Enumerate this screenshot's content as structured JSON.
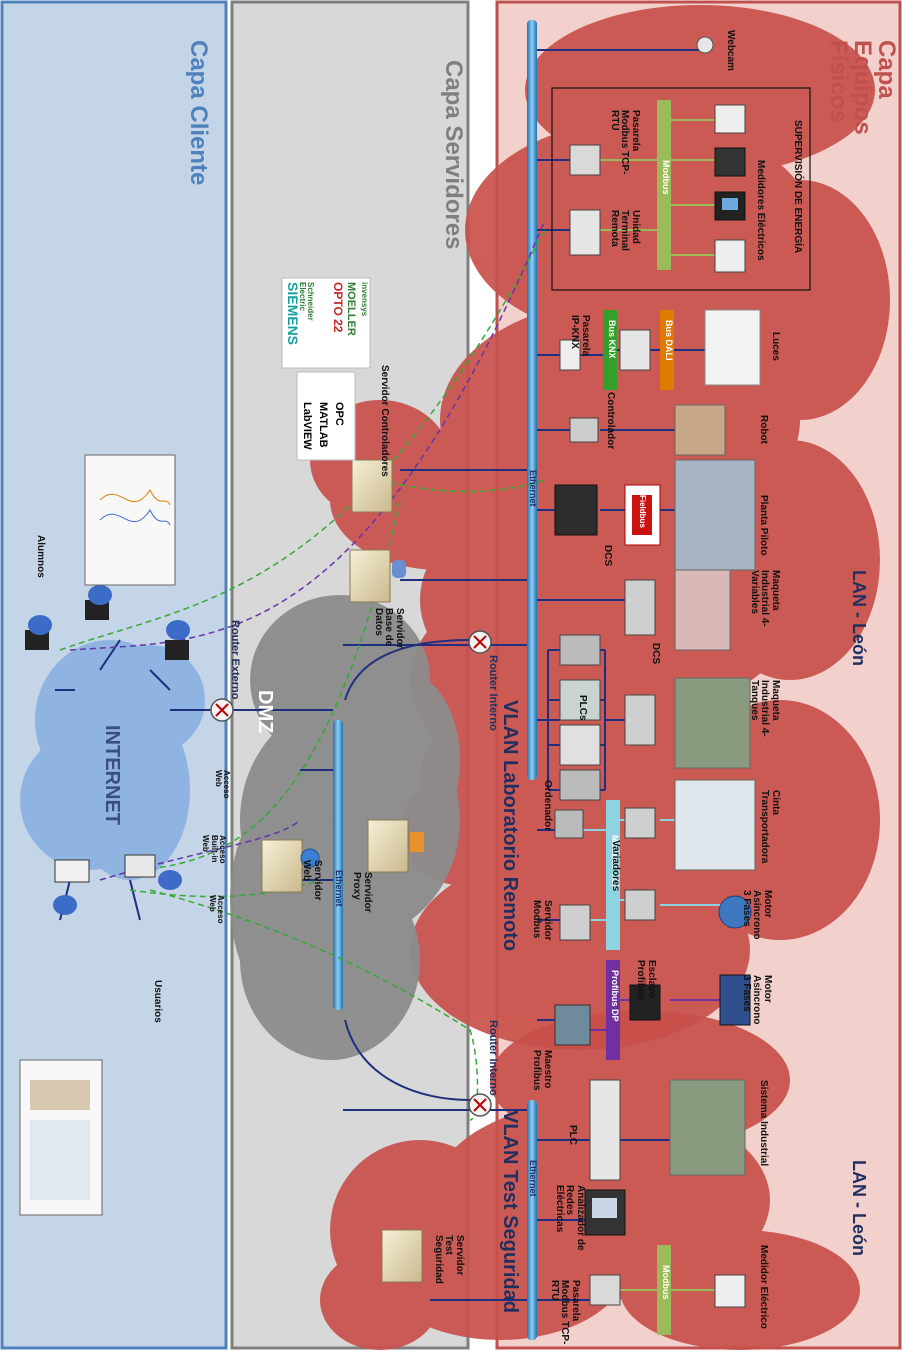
{
  "layers": {
    "client": "Capa Cliente",
    "servers": "Capa Servidores",
    "physical": "Capa Equipos Físicos"
  },
  "cloud_labels": {
    "internet": "INTERNET",
    "dmz": "DMZ",
    "vlan_lab": "VLAN Laboratorio Remoto",
    "vlan_test": "VLAN Test Seguridad",
    "lan_leon_1": "LAN - León",
    "lan_leon_2": "LAN - León"
  },
  "client": {
    "usuarios": "Usuarios",
    "alumnos": "Alumnos",
    "acceso_web_1": "Acceso Web",
    "acceso_builtin": "Acceso Built-in Web",
    "acceso_web_2": "Acceso Web"
  },
  "routers": {
    "externo": "Router Externo",
    "interno_1": "Router Interno",
    "interno_2": "Router Interno"
  },
  "servers": {
    "web": "Servidor Web",
    "proxy": "Servidor Proxy",
    "db": "Servidor Base de Datos",
    "controllers": "Servidor Controladores",
    "test": "Servidor Test Seguridad"
  },
  "software": [
    "LabVIEW",
    "MATLAB",
    "OPC"
  ],
  "vendors": [
    "SIEMENS",
    "Schneider Electric",
    "OPTO 22",
    "MOELLER",
    "invensys"
  ],
  "buses": {
    "ethernet_dmz": "Ethernet",
    "ethernet_lab": "Ethernet",
    "ethernet_test": "Ethernet",
    "modbus_energy": "Modbus",
    "modbus_tcp": "Modbus TCP",
    "profibus_dp": "Profibus DP",
    "bus_knx": "Bus KNX",
    "bus_dali": "Bus DALI",
    "modbus_test": "Modbus",
    "fieldbus": "Fieldbus"
  },
  "lab_devices": {
    "webcam": "Webcam",
    "pasarela_modbus": "Pasarela Modbus TCP-RTU",
    "medidores": "Medidores Eléctricos",
    "supervision": "SUPERVISIÓN DE ENERGÍA",
    "utr": "Unidad Terminal Remota",
    "pasarela_knx": "Pasarela IP-KNX",
    "luces": "Luces",
    "controlador": "Controlador",
    "robot": "Robot",
    "dcs_1": "DCS",
    "planta_piloto": "Planta Piloto",
    "dcs_2": "DCS",
    "maqueta_4var": "Maqueta Industrial 4-Variables",
    "plcs": "PLCs",
    "maqueta_4tanq": "Maqueta Industrial 4-Tanques",
    "ordenador": "Ordenador",
    "variadores": "Variadores",
    "cinta": "Cinta Transportadora",
    "servidor_modbus": "Servidor Modbus",
    "motor_1": "Motor Asíncrono 3 Fases",
    "maestro_profibus": "Maestro Profibus",
    "esclavo_profibus": "Esclavo Profibus",
    "motor_2": "Motor Asíncrono 3 Fases"
  },
  "test_devices": {
    "plc": "PLC",
    "sistema_industrial": "Sistema Industrial",
    "analizador": "Analizador de Redes Eléctricas",
    "pasarela": "Pasarela Modbus TCP-RTU",
    "medidor": "Medidor Eléctrico"
  },
  "colors": {
    "client_bg": "#c5d5e8",
    "client_border": "#4f81bd",
    "server_bg": "#d8d8d8",
    "server_border": "#7f7f7f",
    "physical_bg": "#f2d0cc",
    "physical_border": "#c0504d",
    "red_cloud": "#c9504a",
    "gray_cloud": "#8c8c8c",
    "internet_cloud": "#8db3e2",
    "link_blue": "#1f2f7f",
    "dashed_green": "#33aa33",
    "dashed_purple": "#6633aa",
    "modbus_bus": "#9bbb59",
    "modbus_tcp_bus": "#8dd3e2",
    "profibus_bus": "#7030a0",
    "knx_bus": "#33a02c",
    "dali_bus": "#e07b00"
  }
}
